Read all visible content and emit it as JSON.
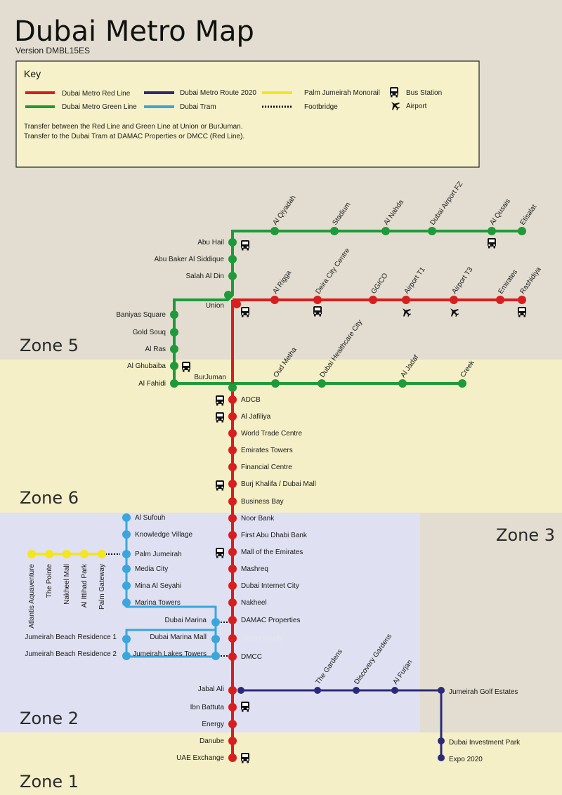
{
  "title": "Dubai Metro Map",
  "version": "Version DMBL15ES",
  "colors": {
    "red": "#d81e1e",
    "green": "#1f9a3a",
    "route2020": "#2b2a7a",
    "tram": "#3aa6dd",
    "monorail": "#f4e61a",
    "zone_bg_top": "#e2ddd0",
    "zone_bg_yellow": "#f4efc6",
    "zone_bg_blue": "#dfe0f1"
  },
  "key": {
    "heading": "Key",
    "items": [
      {
        "label": "Dubai Metro Red Line",
        "color": "#d81e1e",
        "style": "line"
      },
      {
        "label": "Dubai Metro Green Line",
        "color": "#1f9a3a",
        "style": "line"
      },
      {
        "label": "Dubai Metro Route 2020",
        "color": "#2b2a7a",
        "style": "line"
      },
      {
        "label": "Dubai Tram",
        "color": "#3aa6dd",
        "style": "line"
      },
      {
        "label": "Palm Jumeirah Monorail",
        "color": "#f4e61a",
        "style": "line"
      },
      {
        "label": "Footbridge",
        "color": "#111111",
        "style": "dotted"
      },
      {
        "label": "Bus Station",
        "icon": "bus-icon"
      },
      {
        "label": "Airport",
        "icon": "airport-icon"
      }
    ],
    "note1": "Transfer between the Red Line and Green Line at Union or BurJuman.",
    "note2": "Transfer to the Dubai Tram at DAMAC Properties or DMCC (Red Line)."
  },
  "zones": [
    "Zone 5",
    "Zone 6",
    "Zone 3",
    "Zone 2",
    "Zone 1"
  ],
  "lines": {
    "green_north": [
      "Al Qiyadah",
      "Stadium",
      "Al Nahda",
      "Dubai Airport FZ",
      "Al Qusais",
      "Etisalat"
    ],
    "green_vertical": [
      "Abu Hail",
      "Abu Baker Al Siddique",
      "Salah Al Din",
      "Union"
    ],
    "red_east": [
      "Al Rigga",
      "Deira City Centre",
      "GGICO",
      "Airport T1",
      "Airport T3",
      "Emirates",
      "Rashidiya"
    ],
    "green_west": [
      "Baniyas Square",
      "Gold Souq",
      "Al Ras",
      "Al Ghubaiba",
      "Al Fahidi"
    ],
    "green_south": [
      "BurJuman",
      "Oud Metha",
      "Dubai Healthcare City",
      "Al Jadaf",
      "Creek"
    ],
    "red_main": [
      "ADCB",
      "Al Jafiliya",
      "World Trade Centre",
      "Emirates Towers",
      "Financial Centre",
      "Burj Khalifa / Dubai Mall",
      "Business Bay",
      "Noor Bank",
      "First Abu Dhabi Bank",
      "Mall of the Emirates",
      "Mashreq",
      "Dubai Internet City",
      "Nakheel",
      "DAMAC Properties",
      "Sobha Realty",
      "DMCC",
      "Jabal Ali",
      "Ibn Battuta",
      "Energy",
      "Danube",
      "UAE Exchange"
    ],
    "route2020": [
      "The Gardens",
      "Discovery Gardens",
      "Al Furjan",
      "Jumeirah Golf Estates",
      "Dubai Investment Park",
      "Expo 2020"
    ],
    "tram": [
      "Al Sufouh",
      "Knowledge Village",
      "Palm Jumeirah",
      "Media City",
      "Mina Al Seyahi",
      "Marina Towers",
      "Dubai Marina",
      "Dubai Marina Mall",
      "Jumeirah Lakes Towers",
      "Jumeirah Beach Residence 1",
      "Jumeirah Beach Residence 2"
    ],
    "monorail": [
      "Atlantis Aquaventure",
      "The Pointe",
      "Nakheel Mall",
      "Al Ittihad Park",
      "Palm Gateway"
    ]
  }
}
